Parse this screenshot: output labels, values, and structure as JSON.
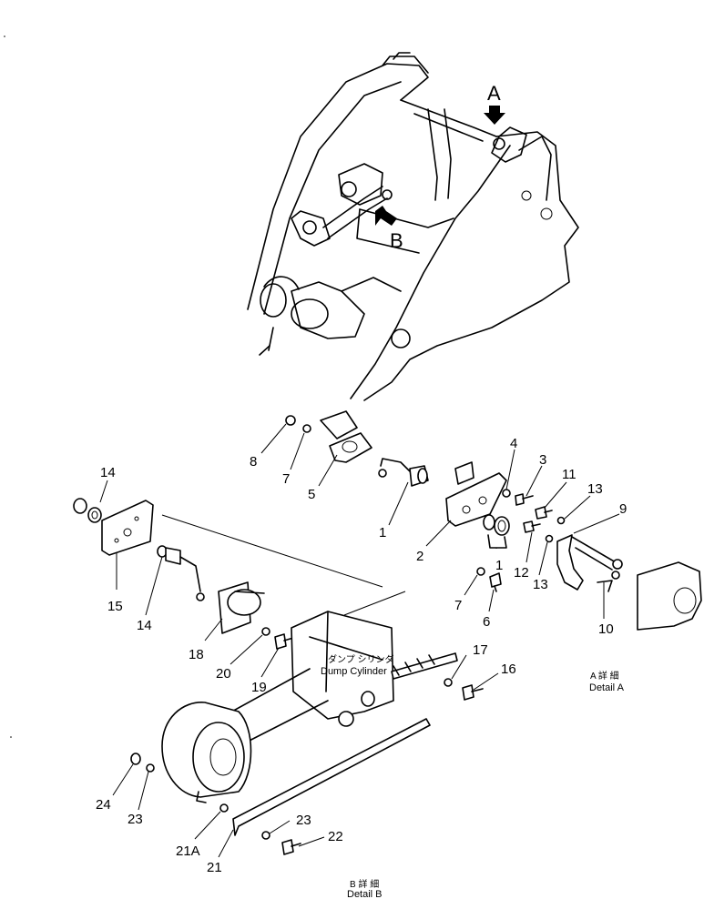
{
  "view_labels": {
    "a": "A",
    "b": "B"
  },
  "cylinder_label": {
    "jp": "ダンプ シリンダ",
    "en": "Dump Cylinder"
  },
  "details": {
    "a": {
      "jp": "A 詳 細",
      "en": "Detail A"
    },
    "b": {
      "jp": "B 詳 細",
      "en": "Detail B"
    }
  },
  "callouts": {
    "c1a": "1",
    "c1b": "1",
    "c2": "2",
    "c3": "3",
    "c4": "4",
    "c5": "5",
    "c6": "6",
    "c7a": "7",
    "c7b": "7",
    "c8": "8",
    "c9": "9",
    "c10": "10",
    "c11": "11",
    "c12": "12",
    "c13a": "13",
    "c13b": "13",
    "c14a": "14",
    "c14b": "14",
    "c15": "15",
    "c16": "16",
    "c17": "17",
    "c18": "18",
    "c19": "19",
    "c20": "20",
    "c21": "21",
    "c21a": "21A",
    "c22": "22",
    "c23a": "23",
    "c23b": "23",
    "c24": "24"
  }
}
